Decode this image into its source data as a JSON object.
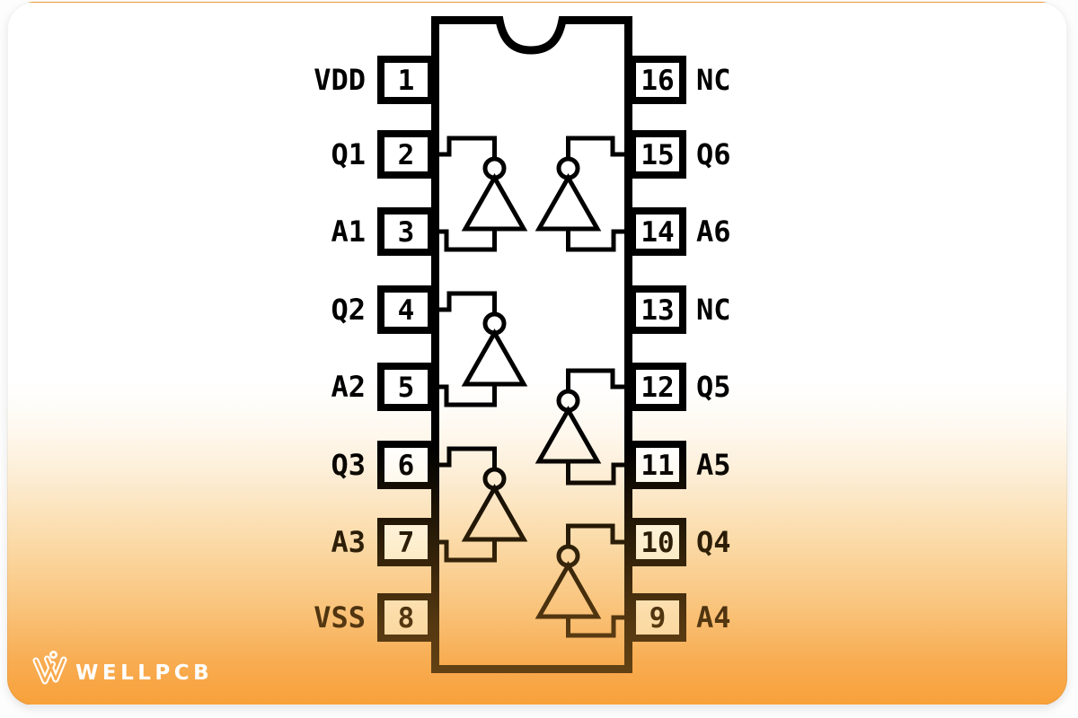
{
  "card": {
    "background_top_color": "#ffffff",
    "background_bottom_color": "#f8a23c",
    "ink_top_color": "#000000",
    "ink_bottom_color": "#6f4a16"
  },
  "chip": {
    "package": "16-pin DIP",
    "left_pins": [
      {
        "num": "1",
        "label": "VDD"
      },
      {
        "num": "2",
        "label": "Q1"
      },
      {
        "num": "3",
        "label": "A1"
      },
      {
        "num": "4",
        "label": "Q2"
      },
      {
        "num": "5",
        "label": "A2"
      },
      {
        "num": "6",
        "label": "Q3"
      },
      {
        "num": "7",
        "label": "A3"
      },
      {
        "num": "8",
        "label": "VSS"
      }
    ],
    "right_pins": [
      {
        "num": "16",
        "label": "NC"
      },
      {
        "num": "15",
        "label": "Q6"
      },
      {
        "num": "14",
        "label": "A6"
      },
      {
        "num": "13",
        "label": "NC"
      },
      {
        "num": "12",
        "label": "Q5"
      },
      {
        "num": "11",
        "label": "A5"
      },
      {
        "num": "10",
        "label": "Q4"
      },
      {
        "num": "9",
        "label": "A4"
      }
    ],
    "inverter_count": 6
  },
  "branding": {
    "logo_text": "WELLPCB"
  }
}
